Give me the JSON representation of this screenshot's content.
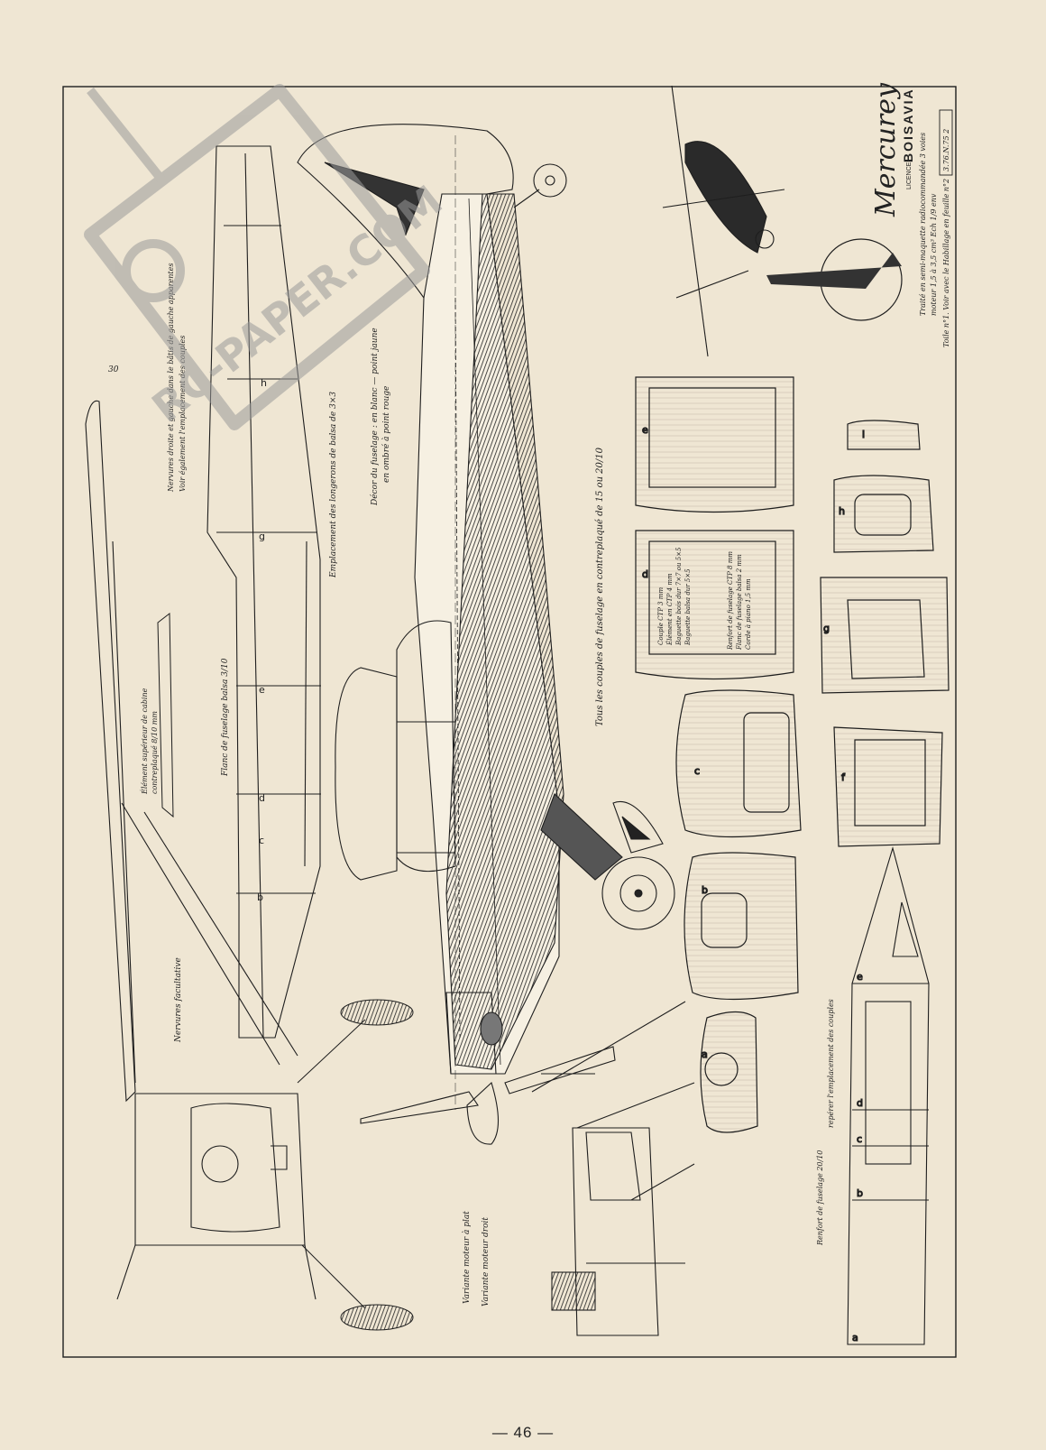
{
  "page": {
    "number_text": "— 46 —"
  },
  "title_block": {
    "name": "Mercurey",
    "licence": "LICENCE",
    "brand": "BOISAVIA",
    "line1": "Traité en semi-maquette radiocommandée 3 voies",
    "line2": "moteur 1,5 à 3,5 cm³   Ech 1/9 env",
    "line3": "Toile n°1. Voir avec le Habillage en feuille n°2",
    "ref": "3.76.N.75 2"
  },
  "watermark": {
    "text": "RC-PAPER.COM"
  },
  "annotations": {
    "dim_30": "30",
    "nervures_top": "Nervures droite et gauche dans le bâtis de gauche apparentes",
    "nervures_sub": "Voir également l'emplacement des couples",
    "longerons": "Emplacement des longerons de balsa de 3×3",
    "decor": "Décor du fuselage : en blanc — point jaune",
    "decor_sub": "en ombré à point rouge",
    "flanc": "Flanc de fuselage balsa 3/10",
    "element_sup": "Élément supérieur de cabine",
    "element_sub": "contreplaqué 8/10 mm",
    "nervures_fac": "Nervures facultative",
    "tous_couples": "Tous les couples de fuselage en contreplaqué de 15 ou 20/10",
    "variante_plat": "Variante moteur à plat",
    "variante_droit": "Variante moteur droit",
    "renfort": "Renfort de fuselage 20/10",
    "renfort_sub": "repérer l'emplacement des couples",
    "couple_note1": "Couple CTP 3 mm",
    "couple_note2": "Élément en CTP 4 mm",
    "couple_note3": "Baguette bois dur 7×7 ou 5×5",
    "couple_note4": "Baguette balsa dur 5×5",
    "renfort_note1": "Renfort de fuselage CTP 8 mm",
    "renfort_note2": "Flanc de fuselage balsa 2 mm",
    "renfort_note3": "Corde à piano 1,5 mm"
  },
  "station_letters": {
    "flank": [
      "h",
      "g",
      "e",
      "d",
      "c",
      "b"
    ],
    "formers": [
      "e",
      "d",
      "c",
      "b",
      "a",
      "i",
      "h",
      "g",
      "f"
    ],
    "strip": [
      "e",
      "d",
      "c",
      "b",
      "a"
    ]
  },
  "colors": {
    "paper": "#efe6d3",
    "ink": "#1e1e1e",
    "fuselage_shade": "#3a3a3a",
    "watermark": "#9a9a9a"
  }
}
